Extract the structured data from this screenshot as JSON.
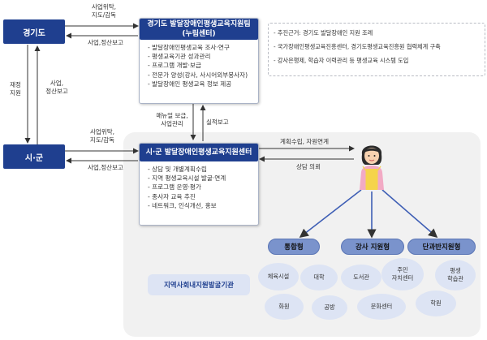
{
  "gyeonggi": {
    "label": "경기도"
  },
  "sigun": {
    "label": "시·군"
  },
  "center_top": {
    "title_line1": "경기도 발달장애인평생교육지원팀",
    "title_line2": "(누림센터)",
    "items": [
      "발달장애인평생교육 조사·연구",
      "평생교육기관 성과관리",
      "프로그램 개발·보급",
      "전문가 양성(강사, 사시어외부봉사자)",
      "발달장애인 평생교육 정보 제공"
    ]
  },
  "center_local": {
    "title": "시·군 발달장애인평생교육지원센터",
    "items": [
      "상담 및 개별계획수립",
      "지역 평생교육시설 발굴·연계",
      "프로그램 운영·평가",
      "종사자 교육 추진",
      "네트워크, 인식개선, 홍보"
    ]
  },
  "notes": [
    "추진근거: 경기도 발달장애인 지원 조례",
    "국가장애인평생교육진흥센터, 경기도평생교육진흥원 협력체계 구축",
    "강사은행제, 학습자 이력관리 등 평생교육 시스템 도입"
  ],
  "edge_labels": {
    "gg_to_top_line1": "사업위탁,",
    "gg_to_top_line2": "지도/감독",
    "top_to_gg": "사업,정산보고",
    "gg_to_sg_line1": "재정",
    "gg_to_sg_line2": "지원",
    "sg_to_gg_line1": "사업,",
    "sg_to_gg_line2": "정산보고",
    "sg_to_local_line1": "사업위탁,",
    "sg_to_local_line2": "지도/감독",
    "local_to_sg": "사업,정산보고",
    "top_to_local_line1": "매뉴얼 보급,",
    "top_to_local_line2": "사업관리",
    "local_to_top": "실적보고",
    "local_to_person": "계획수립, 자원연계",
    "person_to_local": "상담 의뢰"
  },
  "types": [
    "통합형",
    "강사 지원형",
    "단과반지원형"
  ],
  "region_label": "지역사회내지원발굴기관",
  "institutions": [
    "체육시설",
    "대학",
    "도서관",
    "주민\n자치센터",
    "평생\n학습관",
    "화원",
    "공방",
    "문화센터",
    "학원"
  ],
  "colors": {
    "navy": "#1f3f8f",
    "pill": "#7a93cc",
    "oval": "#dde4f4",
    "region": "#f1f1f1"
  }
}
